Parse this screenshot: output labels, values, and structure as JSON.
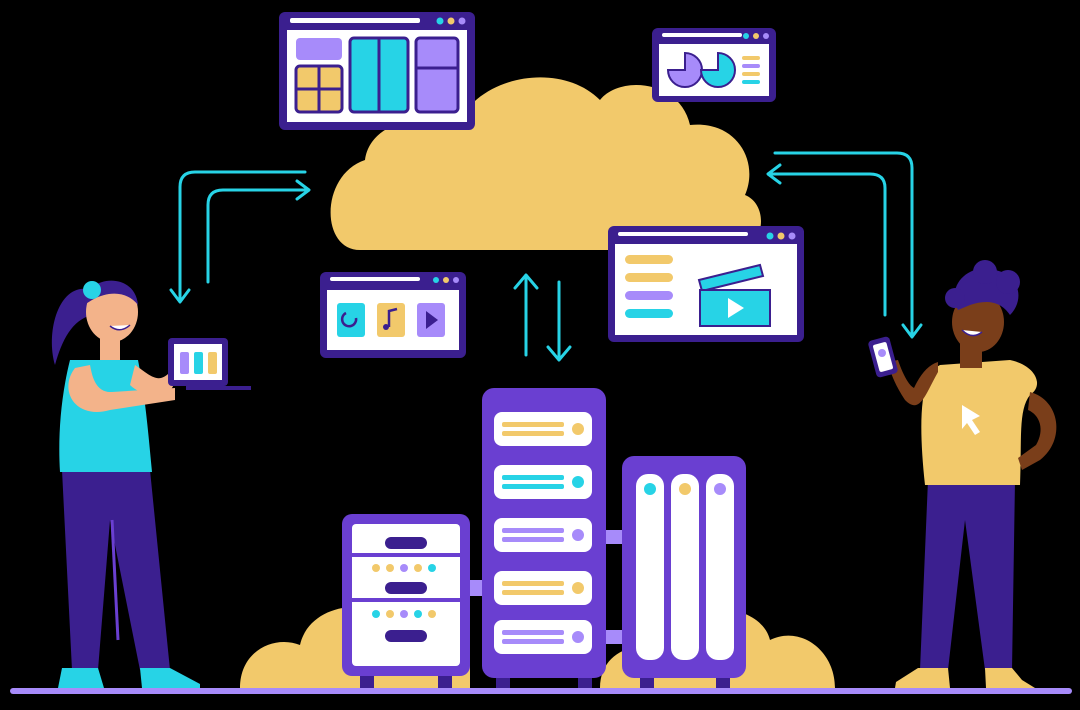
{
  "scene": {
    "kind": "flat-illustration",
    "subject": "cloud computing",
    "colors": {
      "background": "#000000",
      "purple_dark": "#3b1f8f",
      "purple": "#6a3fd1",
      "lavender": "#a78bfa",
      "cyan": "#27d3e6",
      "yellow": "#f2c96b",
      "white": "#ffffff",
      "skin_light": "#f3b38a",
      "skin_dark": "#7a3e1a"
    }
  },
  "elements": {
    "cloud": "cloud-icon",
    "server_rack": "server-icon",
    "browser_windows": [
      "dashboard-window",
      "pie-chart-window",
      "media-window",
      "video-window"
    ],
    "arrows": [
      "sync-arrow-left",
      "sync-arrow-right",
      "upload-download-arrows"
    ],
    "people": [
      "woman-with-tablet",
      "man-with-phone"
    ]
  }
}
